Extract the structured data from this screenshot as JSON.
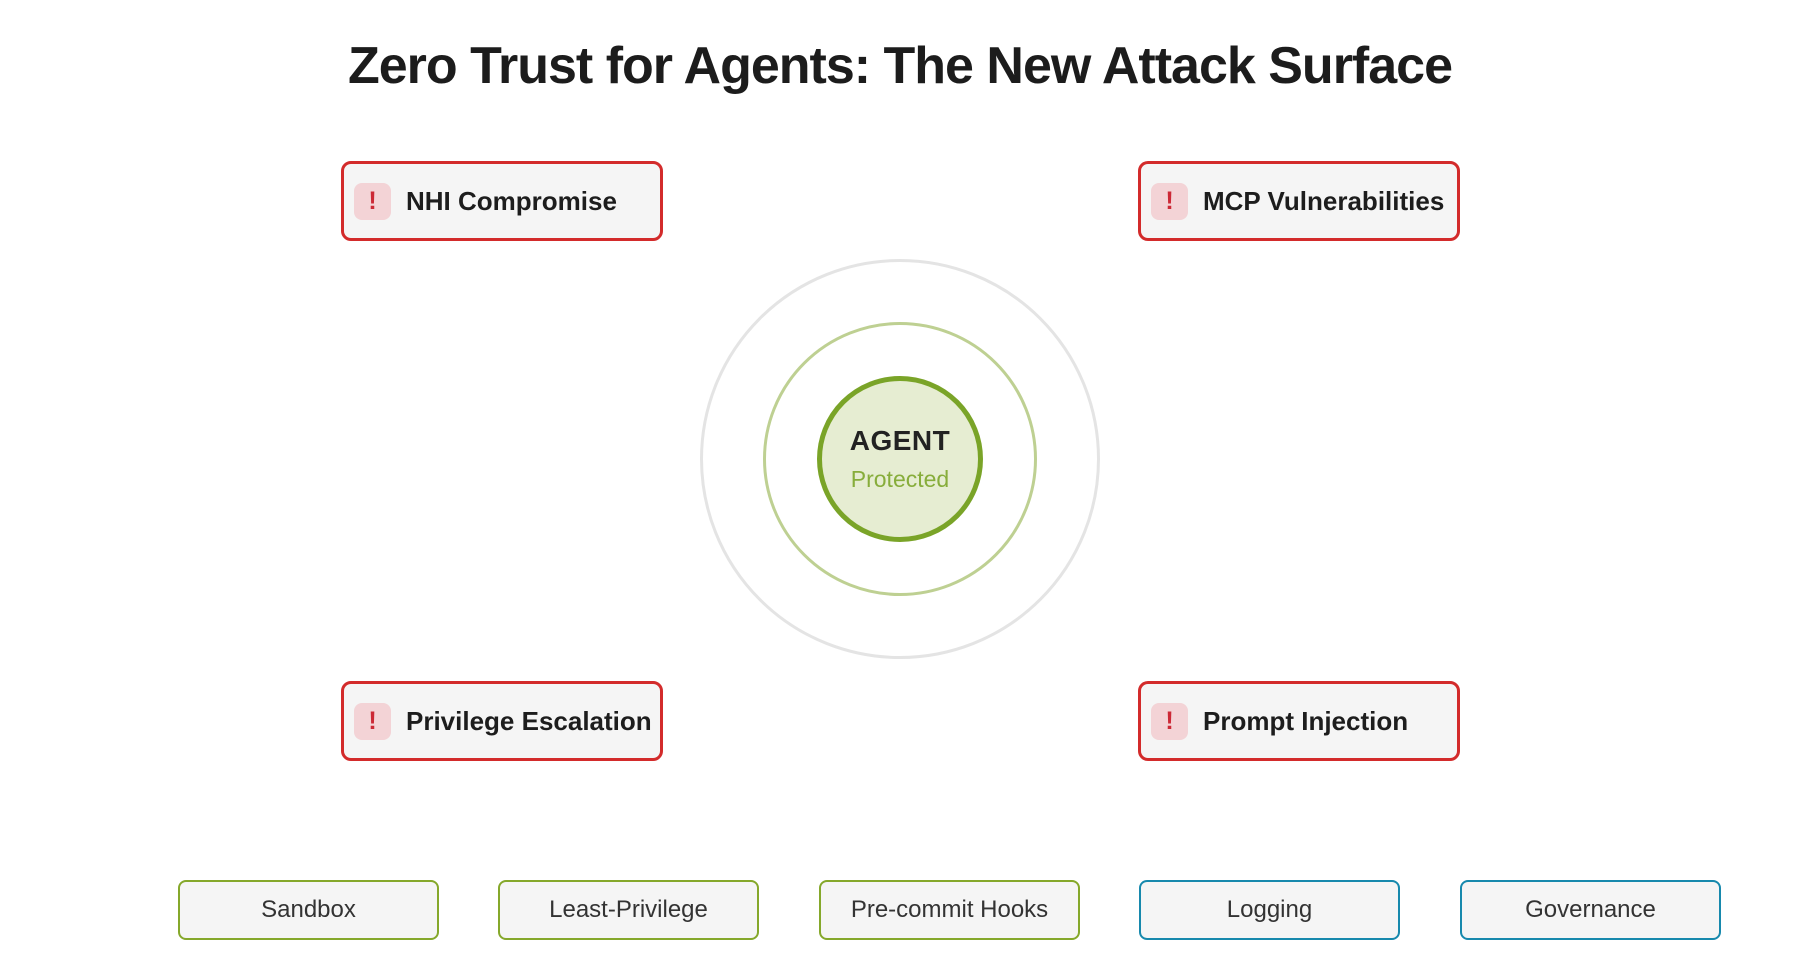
{
  "title": "Zero Trust for Agents: The New Attack Surface",
  "agent": {
    "label": "AGENT",
    "status": "Protected"
  },
  "threats": [
    {
      "label": "NHI Compromise",
      "icon": "!"
    },
    {
      "label": "MCP Vulnerabilities",
      "icon": "!"
    },
    {
      "label": "Privilege Escalation",
      "icon": "!"
    },
    {
      "label": "Prompt Injection",
      "icon": "!"
    }
  ],
  "defenses": [
    {
      "label": "Sandbox",
      "category": "green"
    },
    {
      "label": "Least-Privilege",
      "category": "green"
    },
    {
      "label": "Pre-commit Hooks",
      "category": "green"
    },
    {
      "label": "Logging",
      "category": "blue"
    },
    {
      "label": "Governance",
      "category": "blue"
    }
  ],
  "colors": {
    "threat_border": "#d32b2b",
    "threat_icon_bg": "#f3d3d6",
    "threat_icon_glyph": "#cc2936",
    "box_bg": "#f5f5f5",
    "defense_green_border": "#85a82b",
    "defense_blue_border": "#1789ad",
    "ring_outer": "#e4e4e4",
    "ring_middle": "#bed092",
    "ring_inner_border": "#7aa428",
    "ring_inner_fill": "#e6edd2",
    "protected_text": "#87ad3b",
    "title_text": "#1c1c1c"
  }
}
